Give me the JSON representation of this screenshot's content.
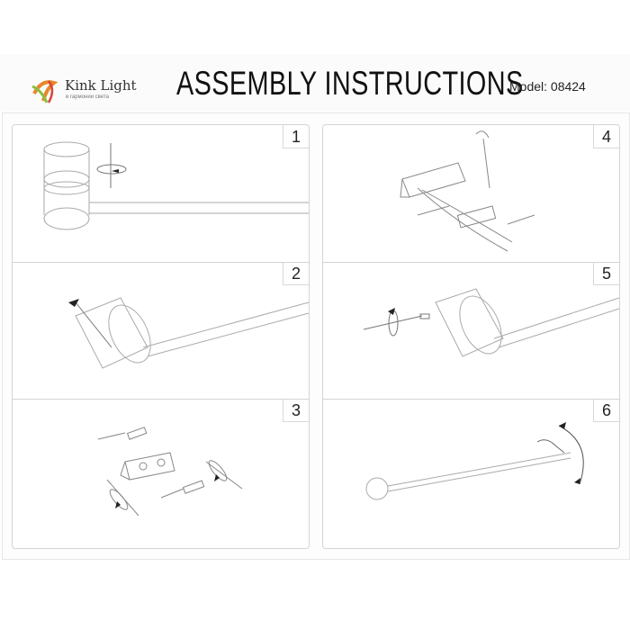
{
  "header": {
    "brand": "Kink Light",
    "tagline": "в гармонии света",
    "title": "ASSEMBLY INSTRUCTIONS",
    "model": "Model: 08424"
  },
  "steps": [
    {
      "number": "1"
    },
    {
      "number": "2"
    },
    {
      "number": "3"
    },
    {
      "number": "4"
    },
    {
      "number": "5"
    },
    {
      "number": "6"
    }
  ]
}
